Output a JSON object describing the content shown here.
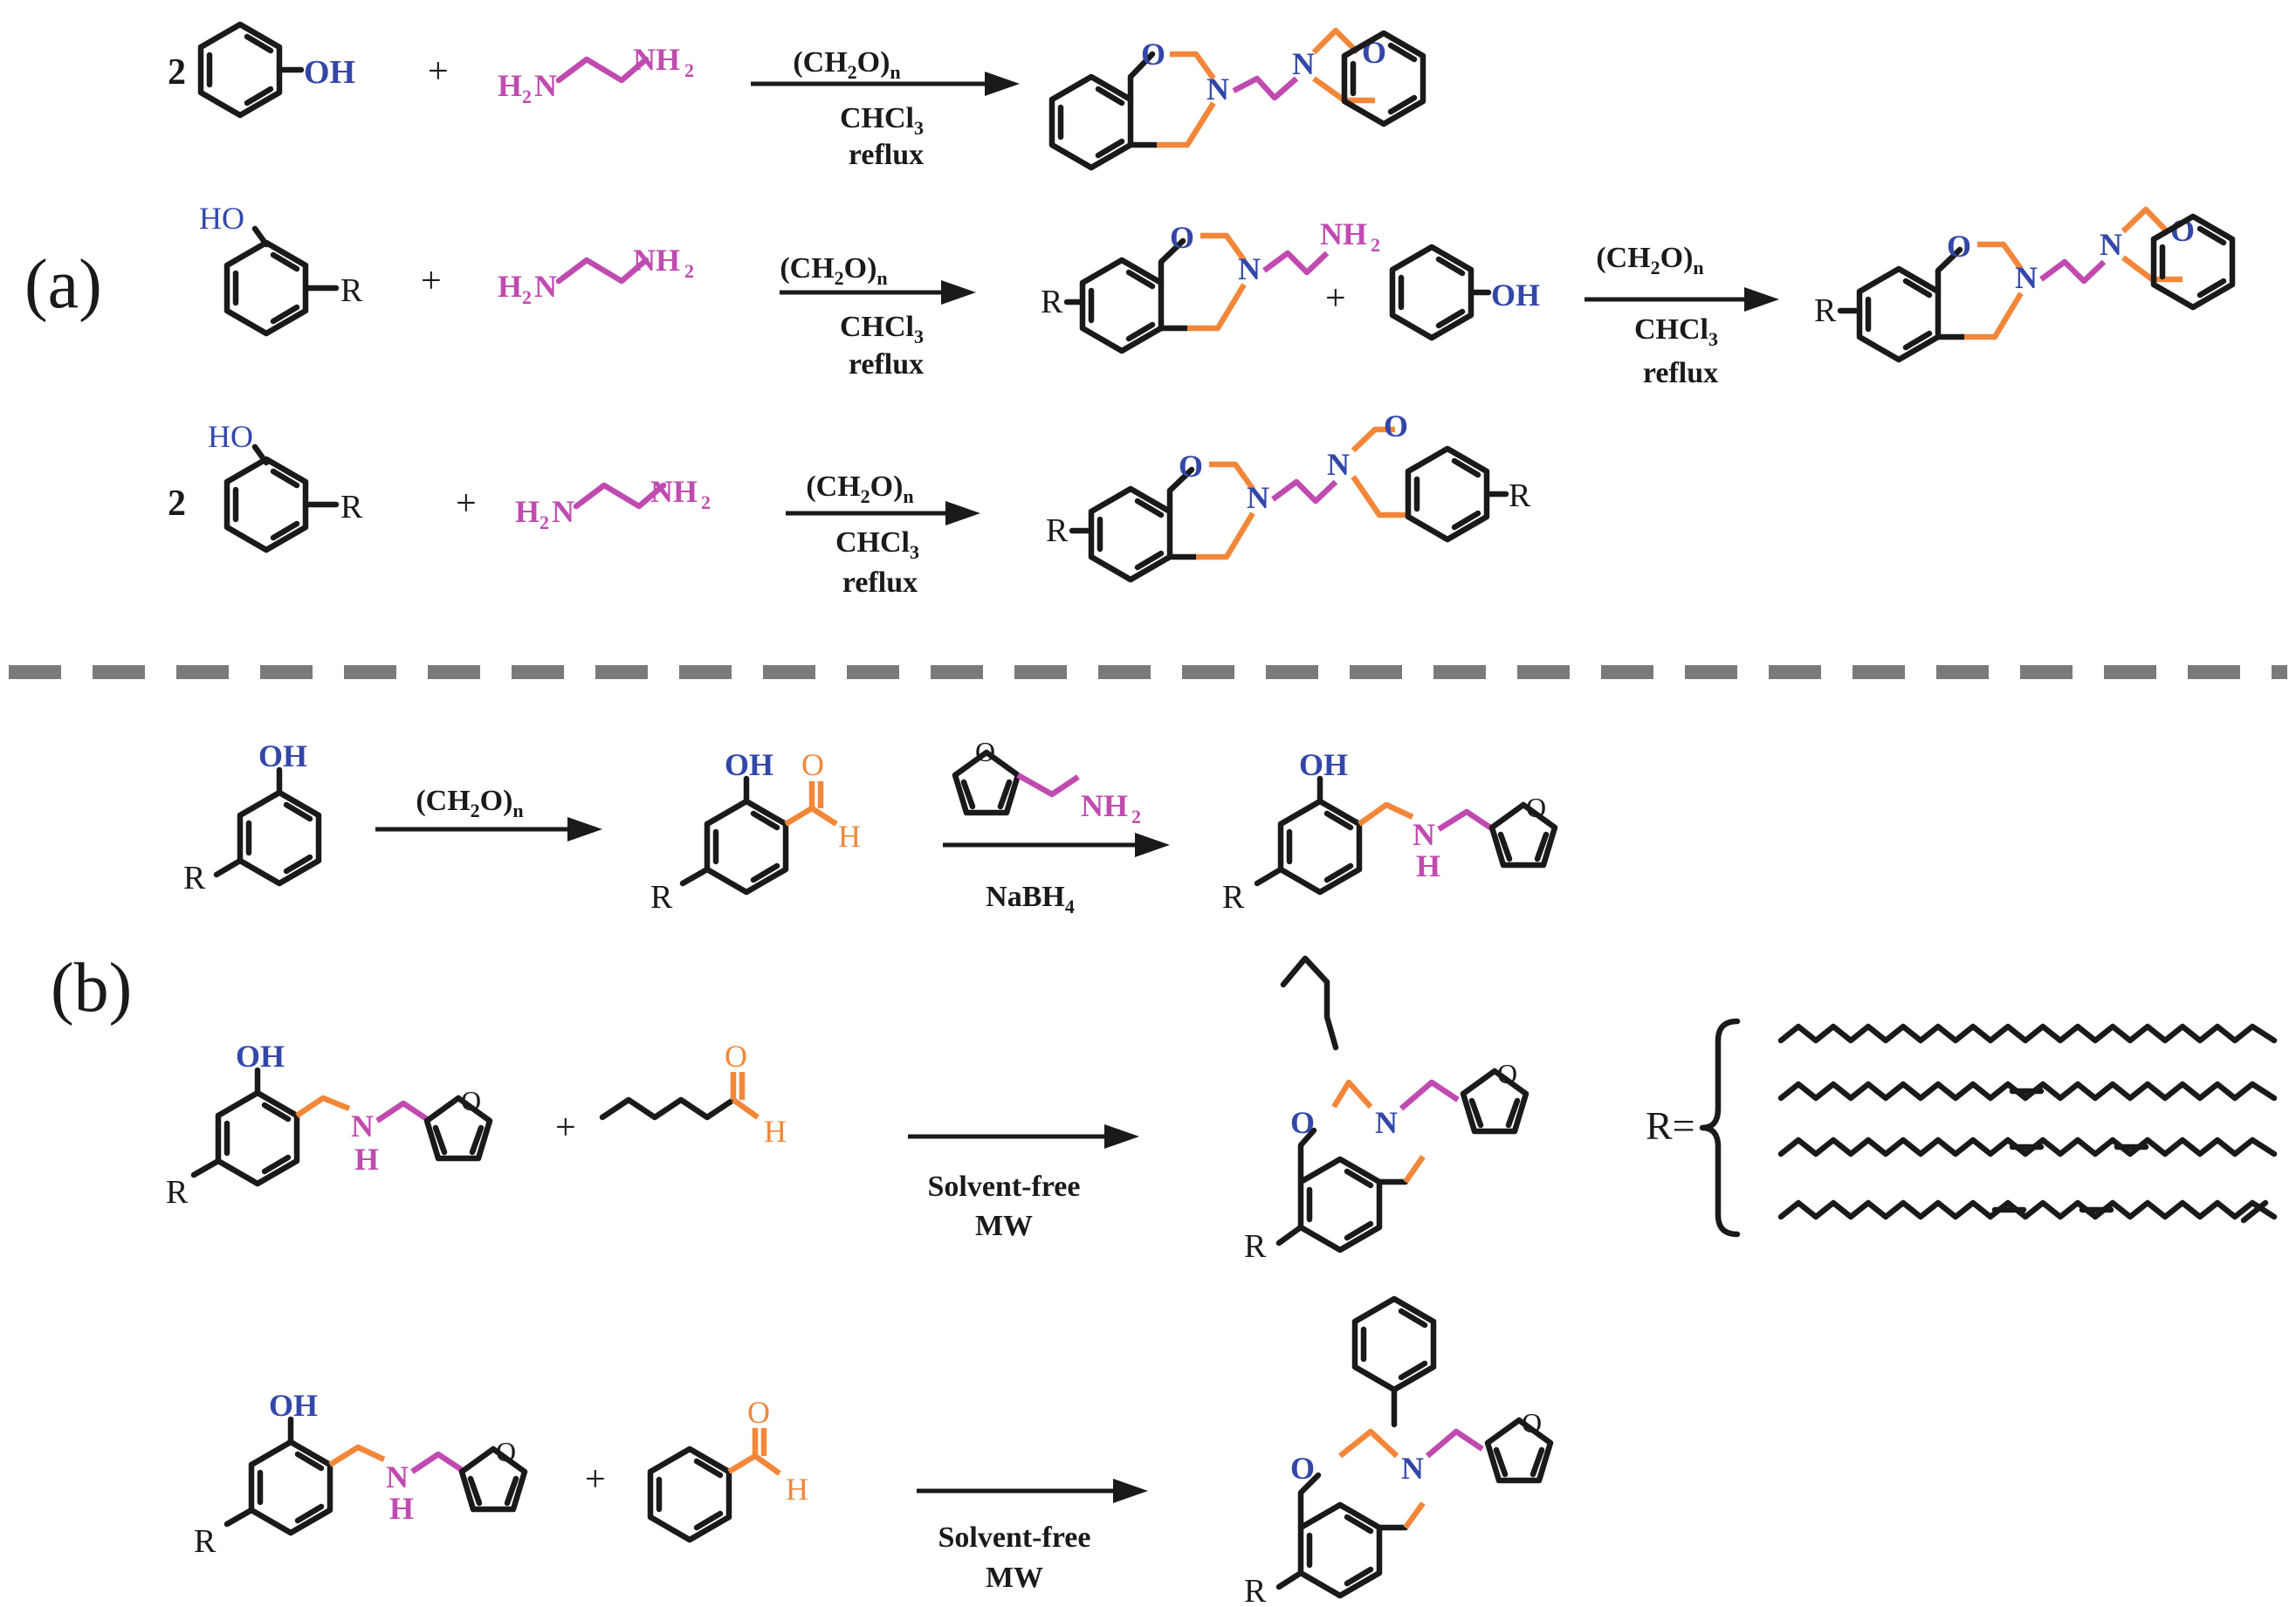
{
  "panels": {
    "a": "(a)",
    "b": "(b)"
  },
  "colors": {
    "bond": "#1a1a1a",
    "oxygen": "#3347a8",
    "amine": "#c04bb0",
    "orange": "#f2873a",
    "divider": "#7a7a7a"
  },
  "labels": {
    "two": "2",
    "plus": "+",
    "OH": "OH",
    "HO": "HO",
    "R": "R",
    "O": "O",
    "N": "N",
    "H": "H",
    "NH": "N",
    "NH2": "NH",
    "H2N": "H",
    "sub2": "2",
    "Req": "R="
  },
  "reagents": {
    "paraform": "(CH",
    "paraform_sub": "2",
    "paraform_tail": "O)",
    "paraform_n": "n",
    "chcl": "CHCl",
    "chcl_sub": "3",
    "reflux": "reflux",
    "nabh": "NaBH",
    "nabh_sub": "4",
    "solvent": "Solvent-free",
    "mw": "MW"
  }
}
